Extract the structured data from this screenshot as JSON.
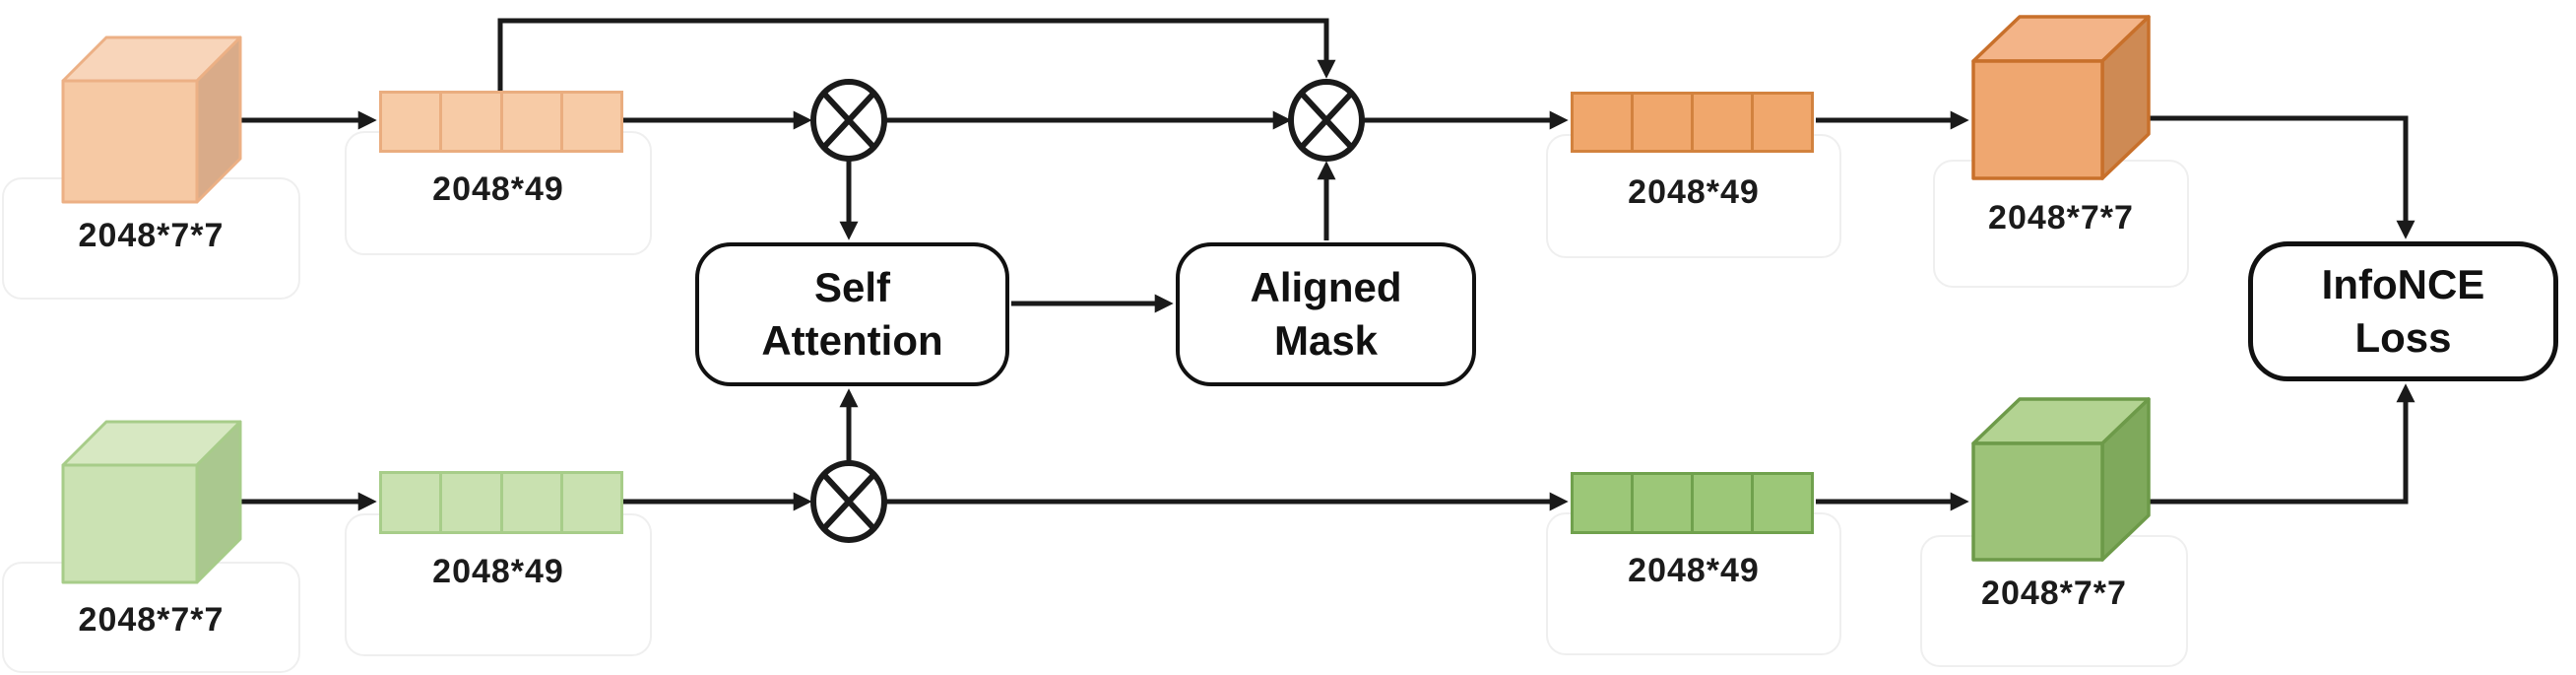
{
  "branches": {
    "top": {
      "input_cube_label": "2048*7*7",
      "input_bar_label": "2048*49",
      "output_bar_label": "2048*49",
      "output_cube_label": "2048*7*7"
    },
    "bottom": {
      "input_cube_label": "2048*7*7",
      "input_bar_label": "2048*49",
      "output_bar_label": "2048*49",
      "output_cube_label": "2048*7*7"
    }
  },
  "blocks": {
    "self_attention_label": "Self\nAttention",
    "aligned_mask_label": "Aligned\nMask",
    "infonce_loss_label": "InfoNCE\nLoss"
  },
  "operators": {
    "multiply_symbol": "⊗"
  },
  "colors": {
    "orange_light": "#F6C9A4",
    "orange_dark": "#EFA770",
    "green_light": "#CBE2B3",
    "green_dark": "#9DC379",
    "line": "#1A1A1A"
  }
}
